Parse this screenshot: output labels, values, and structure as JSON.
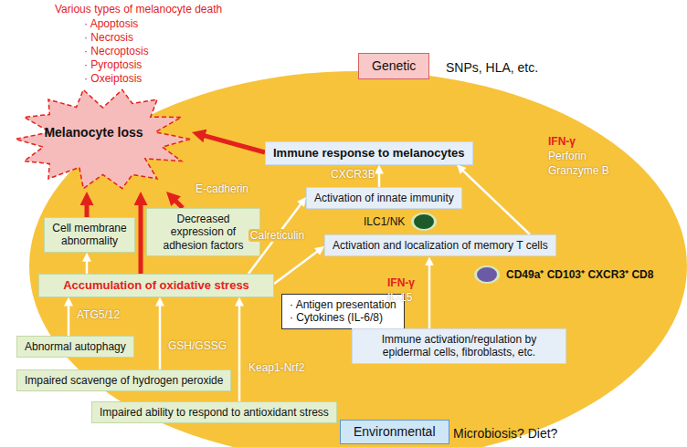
{
  "diagram": {
    "nodes": [
      {
        "text": [
          "Melanocyte loss"
        ]
      },
      {
        "text": [
          "Genetic"
        ]
      },
      {
        "text": [
          "Immune response to melanocytes"
        ]
      },
      {
        "text": [
          "Cell membrane abnormality"
        ]
      },
      {
        "text": [
          "Decreased expression of adhesion factors"
        ]
      },
      {
        "text": [
          "Activation of innate immunity"
        ]
      },
      {
        "text": [
          "ILC1/NK"
        ]
      },
      {
        "text": [
          "Activation and localization of memory T cells"
        ]
      },
      {
        "text": [
          "CD49a⁺ CD103⁺ CXCR3⁺ CD8"
        ]
      },
      {
        "text": [
          "Accumulation of oxidative stress"
        ]
      },
      {
        "text": [
          "· Antigen presentation",
          "· Cytokines (IL-6/8)"
        ]
      },
      {
        "text": [
          "Immune activation/regulation by epidermal cells, fibroblasts, etc."
        ]
      },
      {
        "text": [
          "Abnormal autophagy"
        ]
      },
      {
        "text": [
          "Impaired scavenge of hydrogen peroxide"
        ]
      },
      {
        "text": [
          "Impaired ability to respond to antioxidant stress"
        ]
      },
      {
        "text": [
          "Environmental"
        ]
      }
    ],
    "edges": [
      {
        "from": 2,
        "to": 0,
        "arrow": "to"
      },
      {
        "from": 4,
        "to": 0,
        "label": "E-cadherin",
        "arrow": "to"
      },
      {
        "from": 9,
        "to": 0,
        "arrow": "to"
      },
      {
        "from": 3,
        "to": 0,
        "arrow": "to"
      },
      {
        "from": 9,
        "to": 3,
        "arrow": "to"
      },
      {
        "from": 9,
        "to": 5,
        "label": "Calreticulin",
        "arrow": "to"
      },
      {
        "from": 9,
        "to": 7,
        "arrow": "to"
      },
      {
        "from": 5,
        "to": 2,
        "label": "CXCR3B",
        "arrow": "to"
      },
      {
        "from": 7,
        "to": 2,
        "arrow": "to"
      },
      {
        "from": 11,
        "to": 7,
        "arrow": "to"
      },
      {
        "from": 12,
        "to": 9,
        "label": "ATG5/12",
        "arrow": "to"
      },
      {
        "from": 13,
        "to": 9,
        "label": "GSH/GSSG",
        "arrow": "to"
      },
      {
        "from": 14,
        "to": 9,
        "label": "Keap1-Nrf2",
        "arrow": "to"
      }
    ],
    "labels": [
      "Various types of melanocyte death",
      "· Apoptosis",
      "· Necrosis",
      "· Necroptosis",
      "· Pyroptosis",
      "· Oxeiptosis",
      "SNPs, HLA, etc.",
      "IFN-γ",
      "Perforin",
      "Granzyme B",
      "IFN-γ",
      "IL-15",
      "Microbiosis? Diet?"
    ]
  }
}
